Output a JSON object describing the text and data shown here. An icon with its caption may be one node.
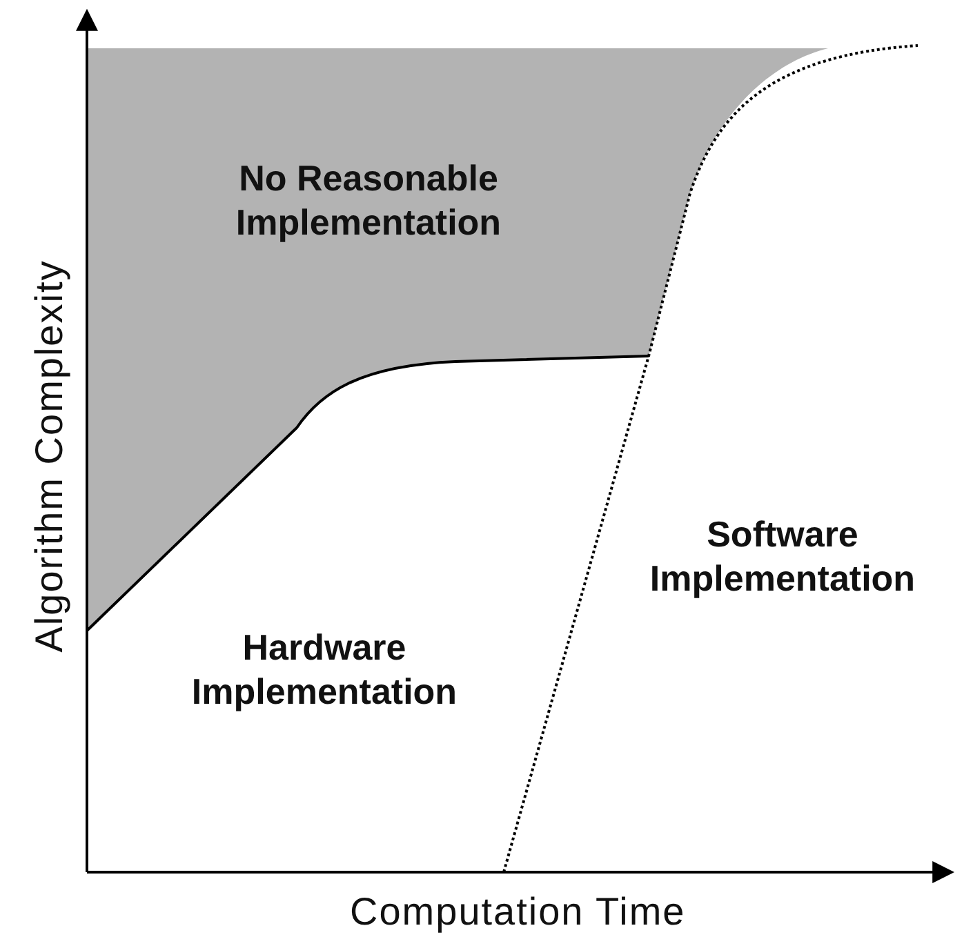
{
  "diagram": {
    "labels": [
      "No Reasonable Implementation",
      "Hardware Implementation",
      "Software Implementation",
      "Algorithm Complexity",
      "Computation Time"
    ]
  }
}
